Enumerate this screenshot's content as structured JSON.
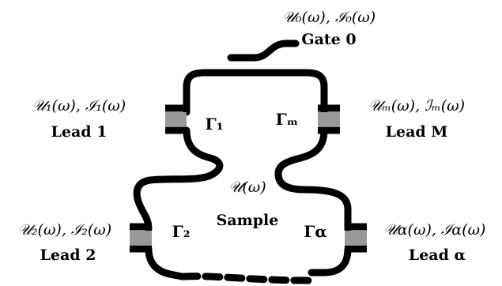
{
  "gate0": {
    "quantities": "𝒰₀(ω), ℐ₀(ω)",
    "name": "Gate 0"
  },
  "lead1": {
    "quantities": "𝒰₁(ω), ℐ₁(ω)",
    "name": "Lead 1"
  },
  "leadM": {
    "quantities": "𝒰ₘ(ω), ℐₘ(ω)",
    "name": "Lead M"
  },
  "lead2": {
    "quantities": "𝒰₂(ω), ℐ₂(ω)",
    "name": "Lead 2"
  },
  "leadAlpha": {
    "quantities": "𝒰α(ω), ℐα(ω)",
    "name": "Lead α"
  },
  "gamma1": "Γ₁",
  "gammaM": "Γₘ",
  "gamma2": "Γ₂",
  "gammaAlpha": "Γα",
  "sample": {
    "potential": "𝒰(ω)",
    "name": "Sample"
  },
  "colors": {
    "wire": "#000000",
    "lead_contact": "#999999"
  }
}
